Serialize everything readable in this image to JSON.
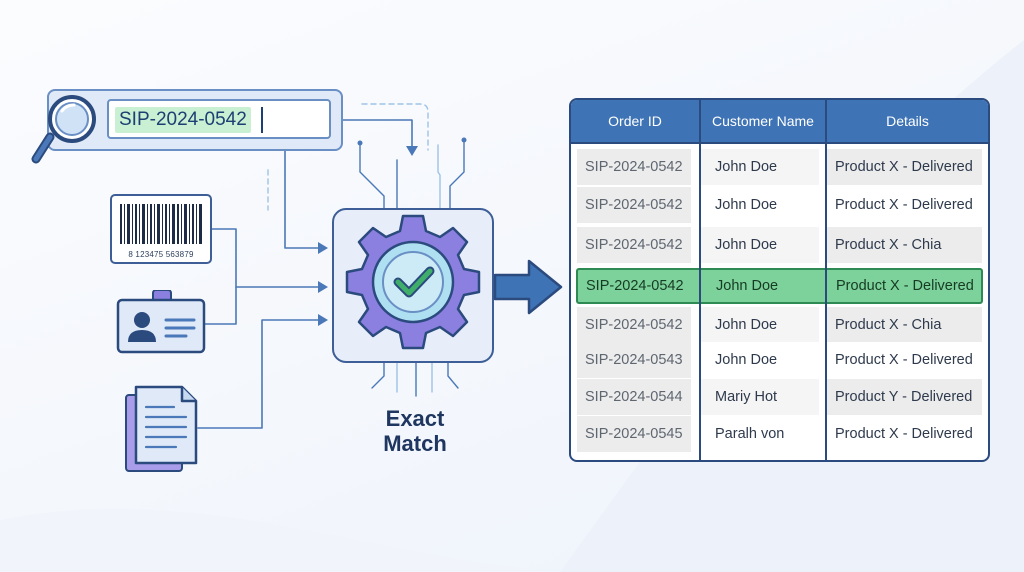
{
  "search": {
    "value": "SIP-2024-0542"
  },
  "barcode": {
    "digits": "8   123475   563879"
  },
  "engine": {
    "label_line1": "Exact",
    "label_line2": "Match"
  },
  "table": {
    "headers": [
      "Order ID",
      "Customer Name",
      "Details"
    ],
    "rows": [
      {
        "id": "SIP-2024-0542",
        "name": "John Doe",
        "details": "Product X - Delivered"
      },
      {
        "id": "SIP-2024-0542",
        "name": "John Doe",
        "details": "Product X - Delivered"
      },
      {
        "id": "SIP-2024-0542",
        "name": "John Doe",
        "details": "Product X - Chia"
      },
      {
        "id": "SIP-2024-0542",
        "name": "John Doe",
        "details": "Product X - Delivered"
      },
      {
        "id": "SIP-2024-0542",
        "name": "John Doe",
        "details": "Product X - Chia"
      },
      {
        "id": "SIP-2024-0543",
        "name": "John Doe",
        "details": "Product X - Delivered"
      },
      {
        "id": "SIP-2024-0544",
        "name": "Mariy Hot",
        "details": "Product Y - Delivered"
      },
      {
        "id": "SIP-2024-0545",
        "name": "Paralh von",
        "details": "Product X - Delivered"
      }
    ],
    "highlighted_row": 3
  },
  "colors": {
    "accent": "#3e73b5",
    "outline": "#2b4a7e",
    "match_green": "#7dd19a",
    "gear_purple": "#8b7fe0"
  },
  "icons": [
    "magnifier-icon",
    "barcode-icon",
    "id-badge-icon",
    "document-icon",
    "gear-check-icon",
    "right-arrow-icon"
  ]
}
